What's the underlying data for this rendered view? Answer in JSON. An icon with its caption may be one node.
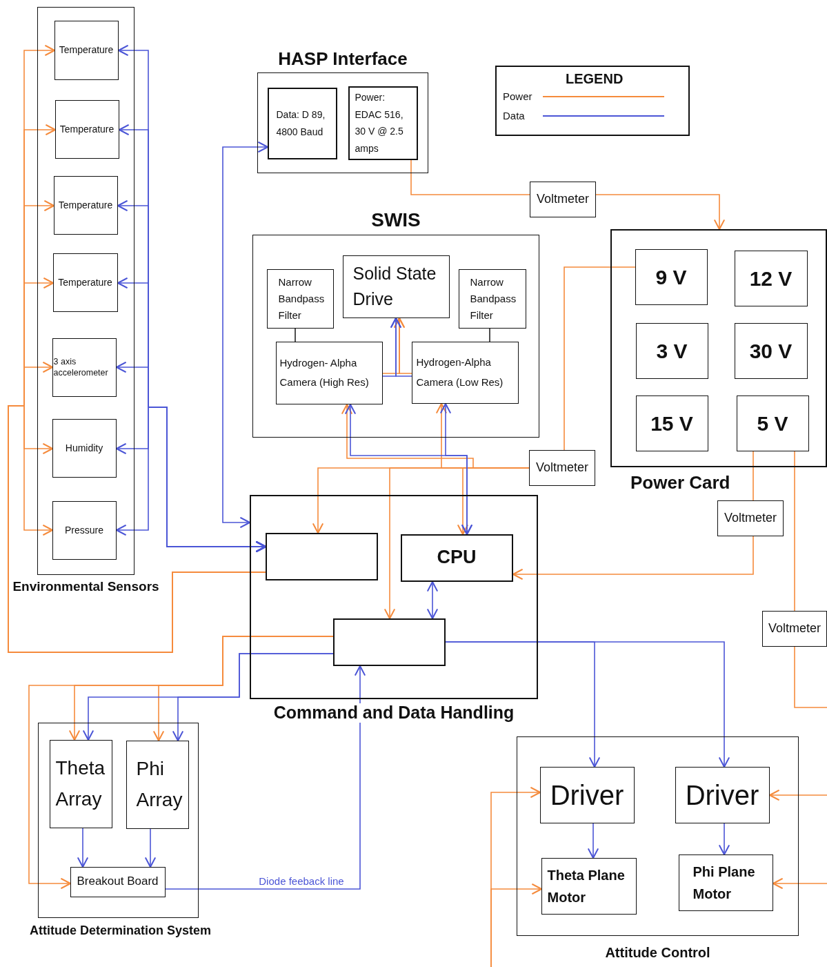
{
  "diagram": {
    "nodes": [
      {
        "text": [
          "Environmental Sensors"
        ]
      },
      {
        "text": [
          "Temperature"
        ],
        "in": 0
      },
      {
        "text": [
          "Temperature"
        ],
        "in": 0
      },
      {
        "text": [
          "Temperature"
        ],
        "in": 0
      },
      {
        "text": [
          "Temperature"
        ],
        "in": 0
      },
      {
        "text": [
          "3 axis accelerometer"
        ],
        "in": 0
      },
      {
        "text": [
          "Humidity"
        ],
        "in": 0
      },
      {
        "text": [
          "Pressure"
        ],
        "in": 0
      },
      {
        "text": [
          "HASP Interface"
        ]
      },
      {
        "text": [
          "Data: D 89, 4800 Baud"
        ],
        "in": 8
      },
      {
        "text": [
          "Power: EDAC 516, 30 V @ 2.5 amps"
        ],
        "in": 8
      },
      {
        "text": [
          "Voltmeter"
        ]
      },
      {
        "text": [
          "SWIS"
        ]
      },
      {
        "text": [
          "Narrow Bandpass Filter"
        ],
        "in": 12
      },
      {
        "text": [
          "Solid State Drive"
        ],
        "in": 12
      },
      {
        "text": [
          "Narrow Bandpass Filter"
        ],
        "in": 12
      },
      {
        "text": [
          "Hydrogen- Alpha Camera (High Res)"
        ],
        "in": 12
      },
      {
        "text": [
          "Hydrogen-Alpha Camera (Low Res)"
        ],
        "in": 12
      },
      {
        "text": [
          "Power Card"
        ]
      },
      {
        "text": [
          "9 V"
        ],
        "in": 18
      },
      {
        "text": [
          "12 V"
        ],
        "in": 18
      },
      {
        "text": [
          "3 V"
        ],
        "in": 18
      },
      {
        "text": [
          "30 V"
        ],
        "in": 18
      },
      {
        "text": [
          "15 V"
        ],
        "in": 18
      },
      {
        "text": [
          "5 V"
        ],
        "in": 18
      },
      {
        "text": [
          "Voltmeter"
        ]
      },
      {
        "text": [
          "Voltmeter"
        ]
      },
      {
        "text": [
          "Voltmeter"
        ]
      },
      {
        "text": [
          "Command and Data Handling"
        ]
      },
      {
        "text": [],
        "shape": "box",
        "in": 28
      },
      {
        "text": [
          "CPU"
        ],
        "in": 28
      },
      {
        "text": [],
        "shape": "box",
        "in": 28
      },
      {
        "text": [
          "Attitude Determination System"
        ]
      },
      {
        "text": [
          "Theta Array"
        ],
        "in": 32
      },
      {
        "text": [
          "Phi Array"
        ],
        "in": 32
      },
      {
        "text": [
          "Breakout Board"
        ],
        "in": 32
      },
      {
        "text": [
          "Attitude Control"
        ]
      },
      {
        "text": [
          "Driver"
        ],
        "in": 36
      },
      {
        "text": [
          "Driver"
        ],
        "in": 36
      },
      {
        "text": [
          "Theta Plane Motor"
        ],
        "in": 36
      },
      {
        "text": [
          "Phi Plane Motor"
        ],
        "in": 36
      }
    ],
    "edges": [
      {
        "from": 29,
        "to": 1,
        "arrow": "to",
        "color": "#f58b3c"
      },
      {
        "from": 29,
        "to": 2,
        "arrow": "to",
        "color": "#f58b3c"
      },
      {
        "from": 29,
        "to": 3,
        "arrow": "to",
        "color": "#f58b3c"
      },
      {
        "from": 29,
        "to": 4,
        "arrow": "to",
        "color": "#f58b3c"
      },
      {
        "from": 29,
        "to": 5,
        "arrow": "to",
        "color": "#f58b3c"
      },
      {
        "from": 29,
        "to": 6,
        "arrow": "to",
        "color": "#f58b3c"
      },
      {
        "from": 29,
        "to": 7,
        "arrow": "to",
        "color": "#f58b3c"
      },
      {
        "from": 29,
        "to": 1,
        "arrow": "both",
        "color": "#4b55d6"
      },
      {
        "from": 29,
        "to": 2,
        "arrow": "both",
        "color": "#4b55d6"
      },
      {
        "from": 29,
        "to": 3,
        "arrow": "both",
        "color": "#4b55d6"
      },
      {
        "from": 29,
        "to": 4,
        "arrow": "both",
        "color": "#4b55d6"
      },
      {
        "from": 29,
        "to": 5,
        "arrow": "both",
        "color": "#4b55d6"
      },
      {
        "from": 29,
        "to": 6,
        "arrow": "both",
        "color": "#4b55d6"
      },
      {
        "from": 29,
        "to": 7,
        "arrow": "both",
        "color": "#4b55d6"
      },
      {
        "from": 9,
        "to": 28,
        "arrow": "both",
        "color": "#4b55d6"
      },
      {
        "from": 10,
        "to": 11,
        "arrow": "none",
        "color": "#f58b3c"
      },
      {
        "from": 11,
        "to": 18,
        "arrow": "to",
        "color": "#f58b3c"
      },
      {
        "from": 19,
        "to": 25,
        "arrow": "none",
        "color": "#f58b3c"
      },
      {
        "from": 25,
        "to": 29,
        "arrow": "to",
        "color": "#f58b3c"
      },
      {
        "from": 25,
        "to": 31,
        "arrow": "to",
        "color": "#f58b3c"
      },
      {
        "from": 25,
        "to": 16,
        "arrow": "to",
        "color": "#f58b3c"
      },
      {
        "from": 25,
        "to": 17,
        "arrow": "to",
        "color": "#f58b3c"
      },
      {
        "from": 25,
        "to": 30,
        "arrow": "to",
        "color": "#f58b3c"
      },
      {
        "from": 24,
        "to": 26,
        "arrow": "none",
        "color": "#f58b3c"
      },
      {
        "from": 26,
        "to": 30,
        "arrow": "to",
        "color": "#f58b3c"
      },
      {
        "from": 24,
        "to": 27,
        "arrow": "none",
        "color": "#f58b3c"
      },
      {
        "from": 27,
        "to": null,
        "arrow": "none",
        "color": "#f58b3c"
      },
      {
        "from": null,
        "to": 38,
        "arrow": "to",
        "color": "#f58b3c"
      },
      {
        "from": null,
        "to": 40,
        "arrow": "to",
        "color": "#f58b3c"
      },
      {
        "from": 31,
        "to": 33,
        "arrow": "to",
        "color": "#f58b3c"
      },
      {
        "from": 31,
        "to": 34,
        "arrow": "to",
        "color": "#f58b3c"
      },
      {
        "from": 31,
        "to": 35,
        "arrow": "to",
        "color": "#f58b3c"
      },
      {
        "from": 31,
        "to": 33,
        "arrow": "to",
        "color": "#4b55d6"
      },
      {
        "from": 31,
        "to": 34,
        "arrow": "to",
        "color": "#4b55d6"
      },
      {
        "from": 33,
        "to": 35,
        "arrow": "to",
        "color": "#4b55d6"
      },
      {
        "from": 34,
        "to": 35,
        "arrow": "to",
        "color": "#4b55d6"
      },
      {
        "from": 35,
        "to": 31,
        "arrow": "to",
        "color": "#4b55d6",
        "label": "Diode feeback line"
      },
      {
        "from": 31,
        "to": 37,
        "arrow": "to",
        "color": "#4b55d6"
      },
      {
        "from": 31,
        "to": 38,
        "arrow": "to",
        "color": "#4b55d6"
      },
      {
        "from": 37,
        "to": 39,
        "arrow": "to",
        "color": "#4b55d6"
      },
      {
        "from": 38,
        "to": 40,
        "arrow": "to",
        "color": "#4b55d6"
      },
      {
        "from": null,
        "to": 37,
        "arrow": "to",
        "color": "#f58b3c"
      },
      {
        "from": null,
        "to": 39,
        "arrow": "to",
        "color": "#f58b3c"
      },
      {
        "from": 30,
        "to": 31,
        "arrow": "both",
        "color": "#4b55d6"
      },
      {
        "from": 30,
        "to": 16,
        "arrow": "both",
        "color": "#4b55d6"
      },
      {
        "from": 30,
        "to": 17,
        "arrow": "both",
        "color": "#4b55d6"
      },
      {
        "from": 16,
        "to": 14,
        "arrow": "to",
        "color": "#f58b3c"
      },
      {
        "from": 17,
        "to": 14,
        "arrow": "to",
        "color": "#f58b3c"
      },
      {
        "from": 16,
        "to": 14,
        "arrow": "to",
        "color": "#4b55d6"
      },
      {
        "from": 17,
        "to": 14,
        "arrow": "to",
        "color": "#4b55d6"
      },
      {
        "from": 13,
        "to": 16,
        "arrow": "none",
        "color": "#222222"
      },
      {
        "from": 15,
        "to": 17,
        "arrow": "none",
        "color": "#222222"
      }
    ],
    "labels": [
      "LEGEND"
    ],
    "legend": [
      {
        "text": "Power",
        "color": "#f58b3c"
      },
      {
        "text": "Data",
        "color": "#4b55d6"
      }
    ]
  }
}
